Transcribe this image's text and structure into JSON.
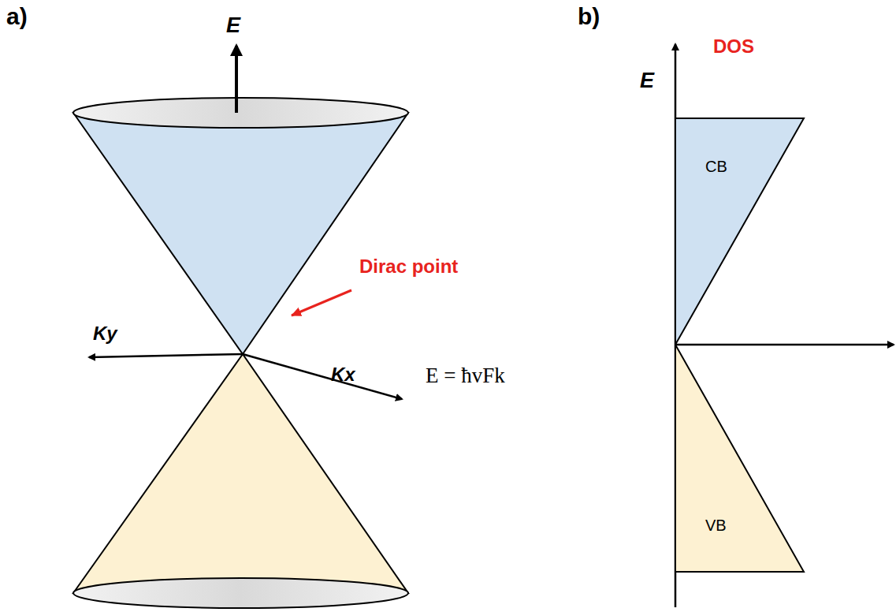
{
  "diagram": {
    "nodes": [
      {
        "text": [
          "CB"
        ]
      },
      {
        "text": [
          "VB"
        ]
      }
    ],
    "labels": [
      "a)",
      "E",
      "Dirac point",
      "Ky",
      "Kx",
      "E = ħvFk",
      "b)",
      "E",
      "DOS"
    ]
  }
}
